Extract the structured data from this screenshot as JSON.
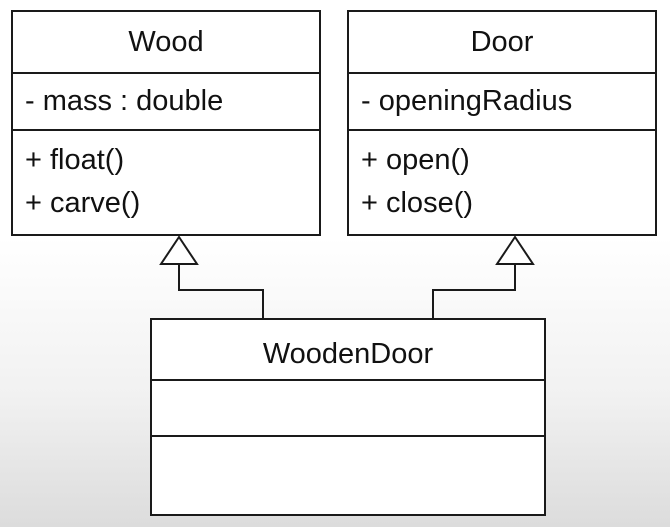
{
  "classes": {
    "wood": {
      "name": "Wood",
      "attributes": [
        "- mass : double"
      ],
      "methods": [
        "+ float()",
        "+ carve()"
      ]
    },
    "door": {
      "name": "Door",
      "attributes": [
        "- openingRadius"
      ],
      "methods": [
        "+ open()",
        "+ close()"
      ]
    },
    "wooden_door": {
      "name": "WoodenDoor",
      "attributes": [],
      "methods": []
    }
  },
  "relations": [
    {
      "type": "generalization",
      "from": "WoodenDoor",
      "to": "Wood"
    },
    {
      "type": "generalization",
      "from": "WoodenDoor",
      "to": "Door"
    }
  ]
}
